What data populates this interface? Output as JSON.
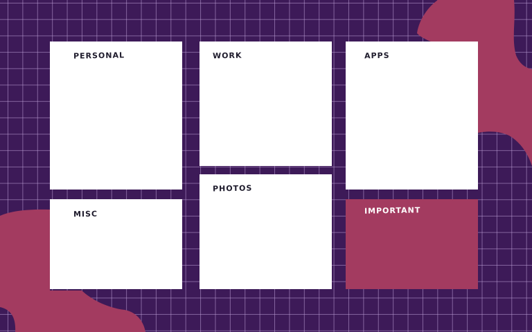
{
  "colors": {
    "background": "#3d1a58",
    "grid_line": "#a88bc4",
    "accent_pink": "#a33b60",
    "card_white": "#ffffff",
    "label_dark": "#1e1b2c",
    "label_light": "#ffffff"
  },
  "cards": [
    {
      "id": "personal",
      "label": "PERSONAL"
    },
    {
      "id": "work",
      "label": "WORK"
    },
    {
      "id": "apps",
      "label": "APPS"
    },
    {
      "id": "misc",
      "label": "MISC"
    },
    {
      "id": "photos",
      "label": "PHOTOS"
    },
    {
      "id": "important",
      "label": "IMPORTANT"
    }
  ]
}
